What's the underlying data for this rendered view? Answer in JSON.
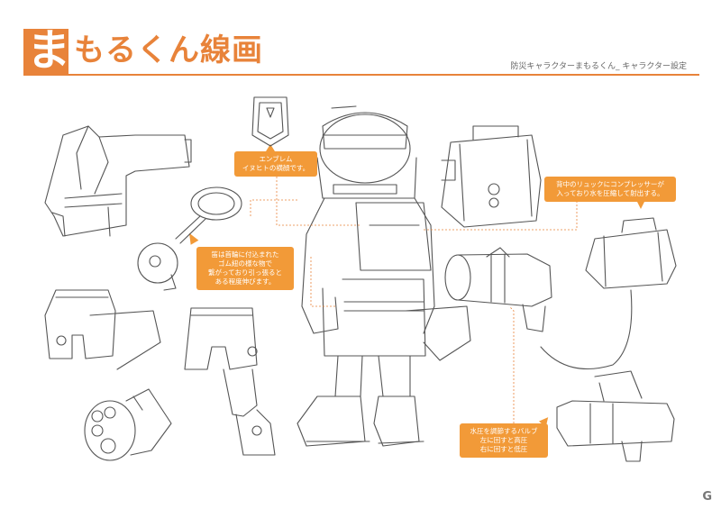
{
  "header": {
    "title_first_char": "ま",
    "title_rest": "もるくん線画",
    "subtitle": "防災キャラクターまもるくん_ キャラクター設定",
    "accent_color": "#e8833a"
  },
  "callouts": {
    "emblem": [
      "エンブレム",
      "イヌヒトの横顔です。"
    ],
    "collar": [
      "笛は首輪に付込まれた",
      "ゴム紐の様な物で",
      "繋がっており引っ張ると",
      "ある程度伸びます。"
    ],
    "backpack": [
      "背中のリュックにコンプレッサーが",
      "入っており水を圧縮して射出する。"
    ],
    "valve": [
      "水圧を調節するバルブ",
      "左に回すと高圧",
      "右に回すと低圧"
    ]
  },
  "logo": {
    "text": "G"
  },
  "colors": {
    "callout": "#f29a38",
    "line_art": "#555555",
    "dotted_leader": "#e8833a"
  }
}
